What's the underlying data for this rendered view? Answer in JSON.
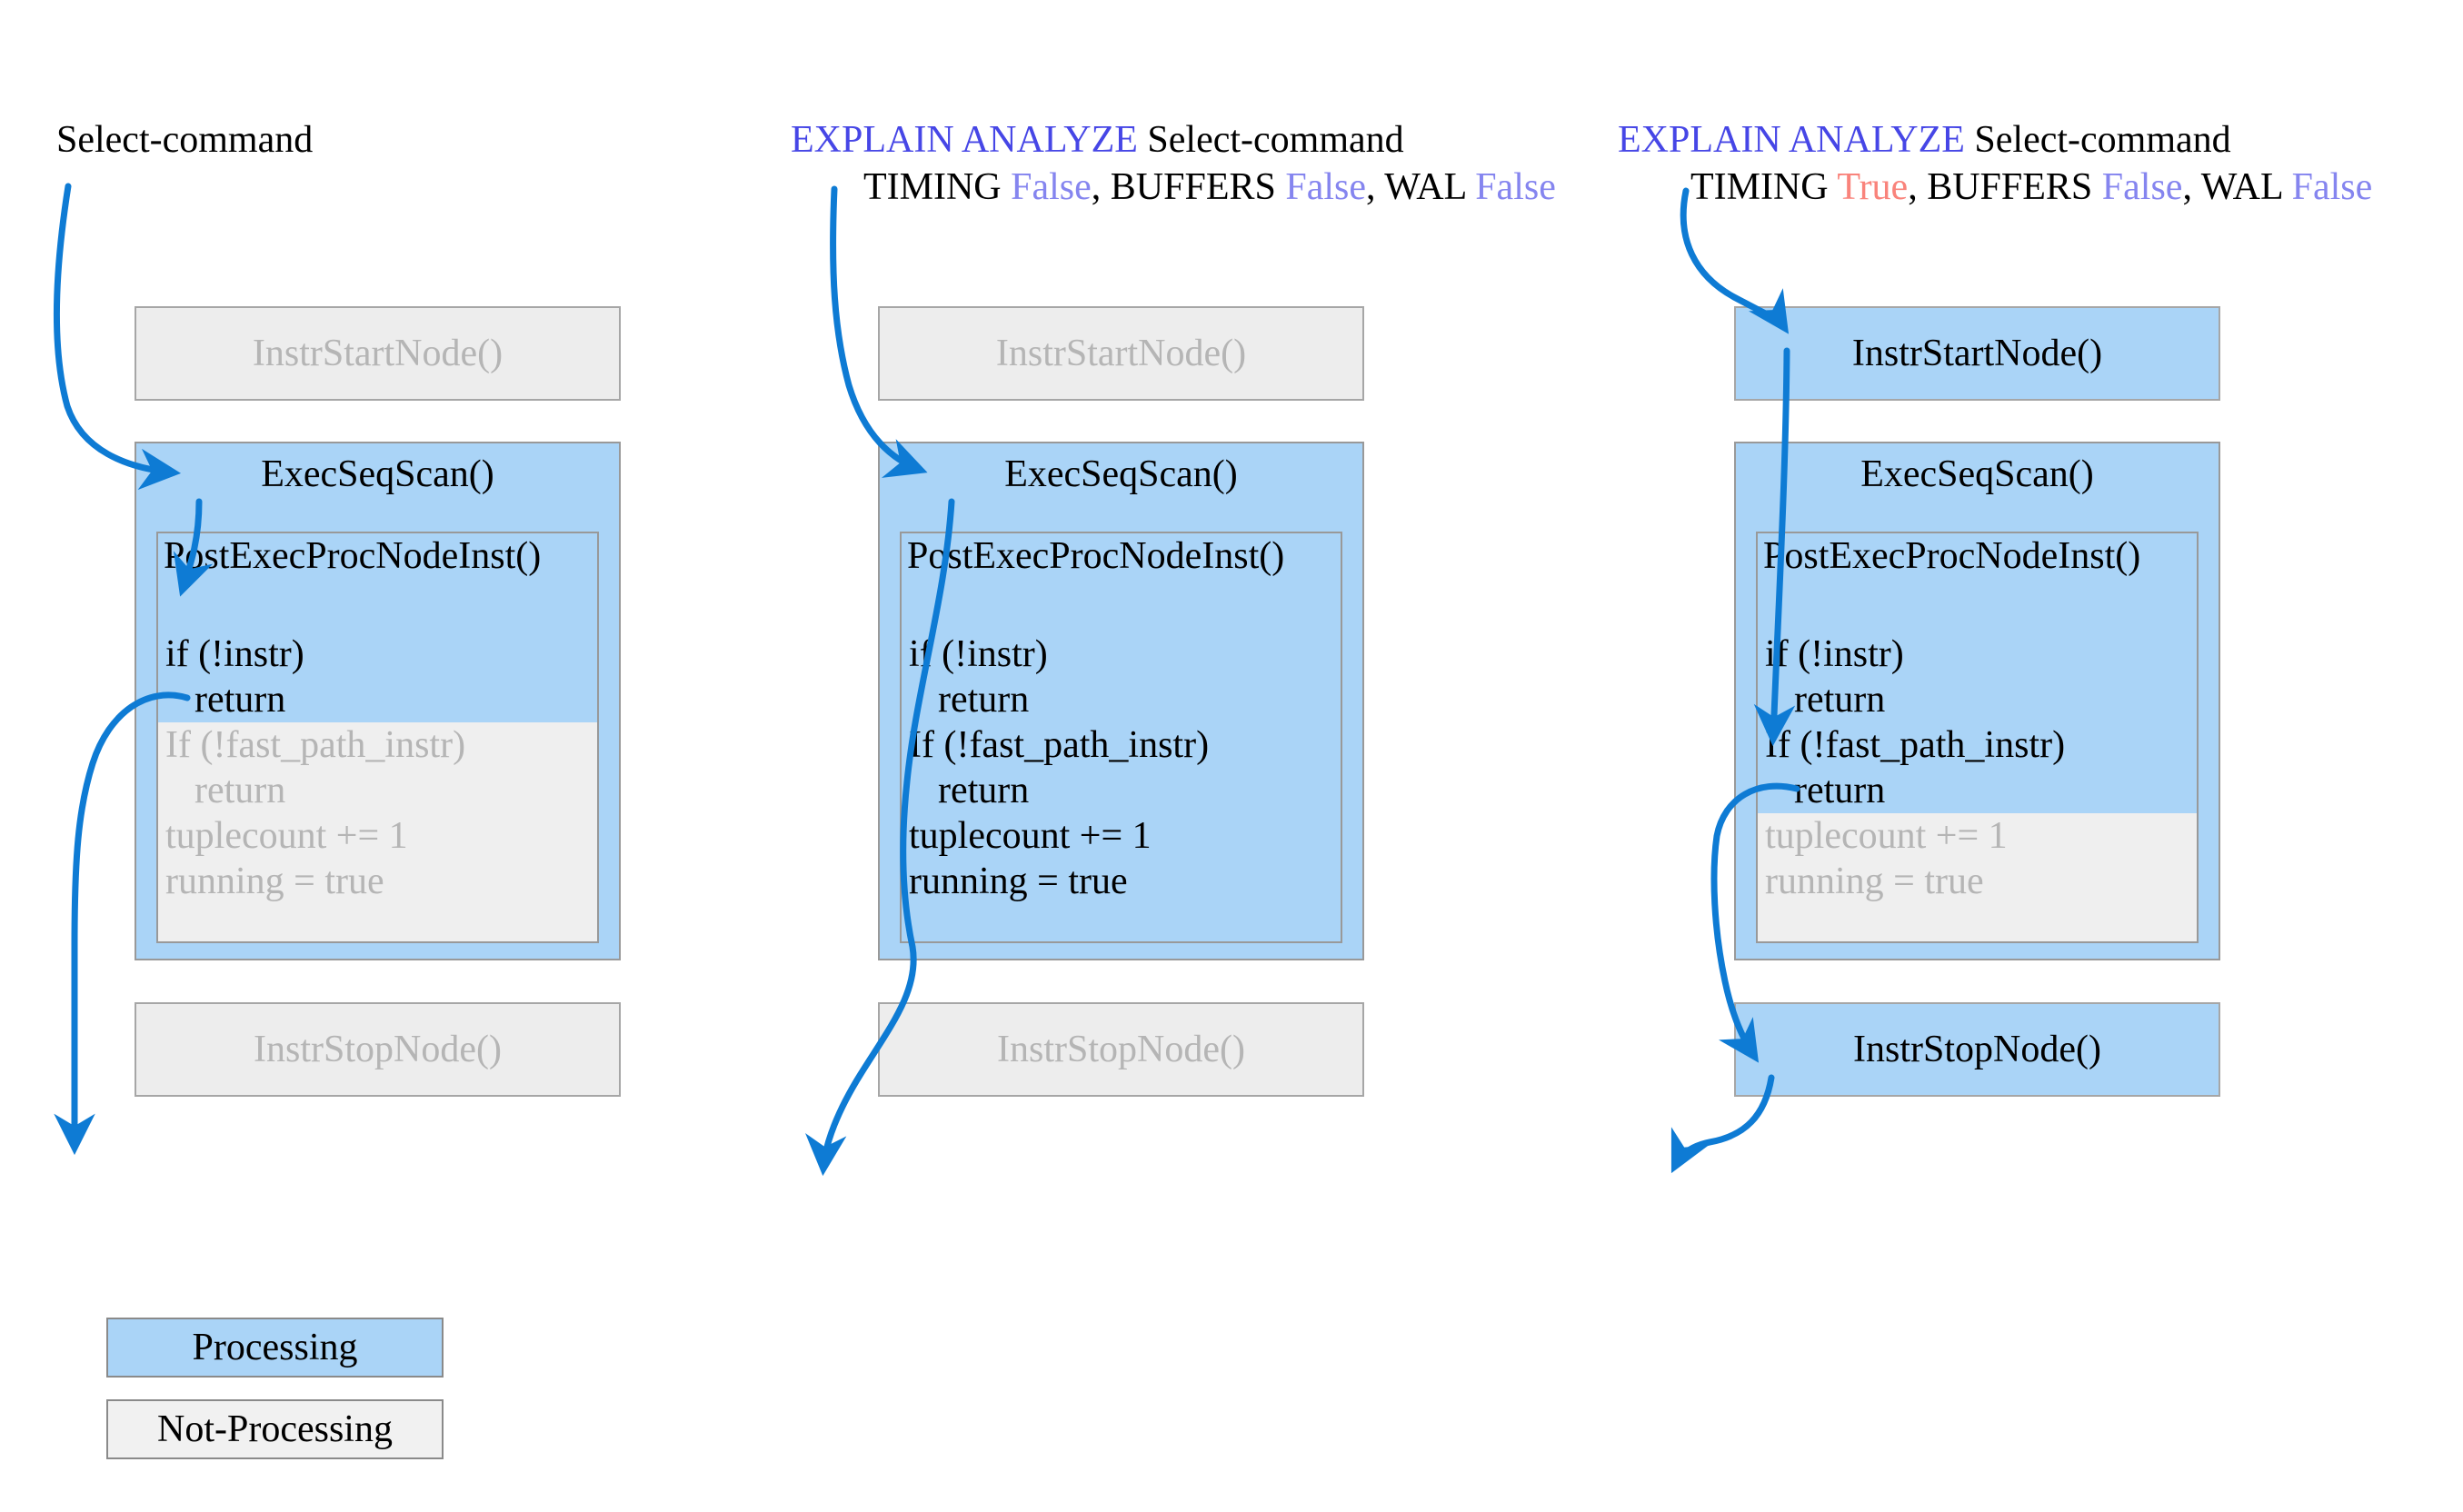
{
  "title": "Select-command instrumentation processing flow",
  "colors": {
    "processing_fill": "#aad4f7",
    "not_processing_fill": "#ededed",
    "arrow_blue": "#0e7bd4",
    "explain_keyword_blue": "#4646e6",
    "false_value_blue": "#8585ef",
    "true_value_red": "#f9837b",
    "gray_text": "#b5b5b5",
    "box_border": "#999999"
  },
  "columns": [
    {
      "id": "select-command",
      "header": {
        "lines": [
          [
            {
              "t": "Select-command",
              "c": "#000000"
            }
          ]
        ]
      },
      "start_node": {
        "label": "InstrStartNode()",
        "processing": false
      },
      "exec_box": {
        "title": "ExecSeqScan()",
        "inner_title": "PostExecProcNodeInst()",
        "lines": [
          {
            "text": "if (!instr)",
            "indent": 0,
            "processing": true
          },
          {
            "text": "return",
            "indent": 1,
            "processing": true
          },
          {
            "text": "If (!fast_path_instr)",
            "indent": 0,
            "processing": false
          },
          {
            "text": "return",
            "indent": 1,
            "processing": false
          },
          {
            "text": "tuplecount += 1",
            "indent": 0,
            "processing": false
          },
          {
            "text": "running = true",
            "indent": 0,
            "processing": false
          }
        ]
      },
      "stop_node": {
        "label": "InstrStopNode()",
        "processing": false
      }
    },
    {
      "id": "explain-analyze-timing-false",
      "header": {
        "lines": [
          [
            {
              "t": "EXPLAIN ANALYZE ",
              "c": "#4646e6"
            },
            {
              "t": "Select-command",
              "c": "#000000"
            }
          ],
          [
            {
              "t": "TIMING ",
              "c": "#000000"
            },
            {
              "t": "False",
              "c": "#8585ef"
            },
            {
              "t": ", BUFFERS ",
              "c": "#000000"
            },
            {
              "t": "False",
              "c": "#8585ef"
            },
            {
              "t": ", WAL ",
              "c": "#000000"
            },
            {
              "t": "False",
              "c": "#8585ef"
            }
          ]
        ]
      },
      "start_node": {
        "label": "InstrStartNode()",
        "processing": false
      },
      "exec_box": {
        "title": "ExecSeqScan()",
        "inner_title": "PostExecProcNodeInst()",
        "lines": [
          {
            "text": "if (!instr)",
            "indent": 0,
            "processing": true
          },
          {
            "text": "return",
            "indent": 1,
            "processing": true
          },
          {
            "text": "If (!fast_path_instr)",
            "indent": 0,
            "processing": true
          },
          {
            "text": "return",
            "indent": 1,
            "processing": true
          },
          {
            "text": "tuplecount += 1",
            "indent": 0,
            "processing": true
          },
          {
            "text": "running = true",
            "indent": 0,
            "processing": true
          }
        ]
      },
      "stop_node": {
        "label": "InstrStopNode()",
        "processing": false
      }
    },
    {
      "id": "explain-analyze-timing-true",
      "header": {
        "lines": [
          [
            {
              "t": "EXPLAIN ANALYZE ",
              "c": "#4646e6"
            },
            {
              "t": "Select-command",
              "c": "#000000"
            }
          ],
          [
            {
              "t": "TIMING ",
              "c": "#000000"
            },
            {
              "t": "True",
              "c": "#f9837b"
            },
            {
              "t": ", BUFFERS ",
              "c": "#000000"
            },
            {
              "t": "False",
              "c": "#8585ef"
            },
            {
              "t": ", WAL ",
              "c": "#000000"
            },
            {
              "t": "False",
              "c": "#8585ef"
            }
          ]
        ]
      },
      "start_node": {
        "label": "InstrStartNode()",
        "processing": true
      },
      "exec_box": {
        "title": "ExecSeqScan()",
        "inner_title": "PostExecProcNodeInst()",
        "lines": [
          {
            "text": "if (!instr)",
            "indent": 0,
            "processing": true
          },
          {
            "text": "return",
            "indent": 1,
            "processing": true
          },
          {
            "text": "If (!fast_path_instr)",
            "indent": 0,
            "processing": true
          },
          {
            "text": "return",
            "indent": 1,
            "processing": true
          },
          {
            "text": "tuplecount += 1",
            "indent": 0,
            "processing": false
          },
          {
            "text": "running = true",
            "indent": 0,
            "processing": false
          }
        ]
      },
      "stop_node": {
        "label": "InstrStopNode()",
        "processing": true
      }
    }
  ],
  "legend": [
    {
      "label": "Processing",
      "processing": true
    },
    {
      "label": "Not-Processing",
      "processing": false
    }
  ]
}
